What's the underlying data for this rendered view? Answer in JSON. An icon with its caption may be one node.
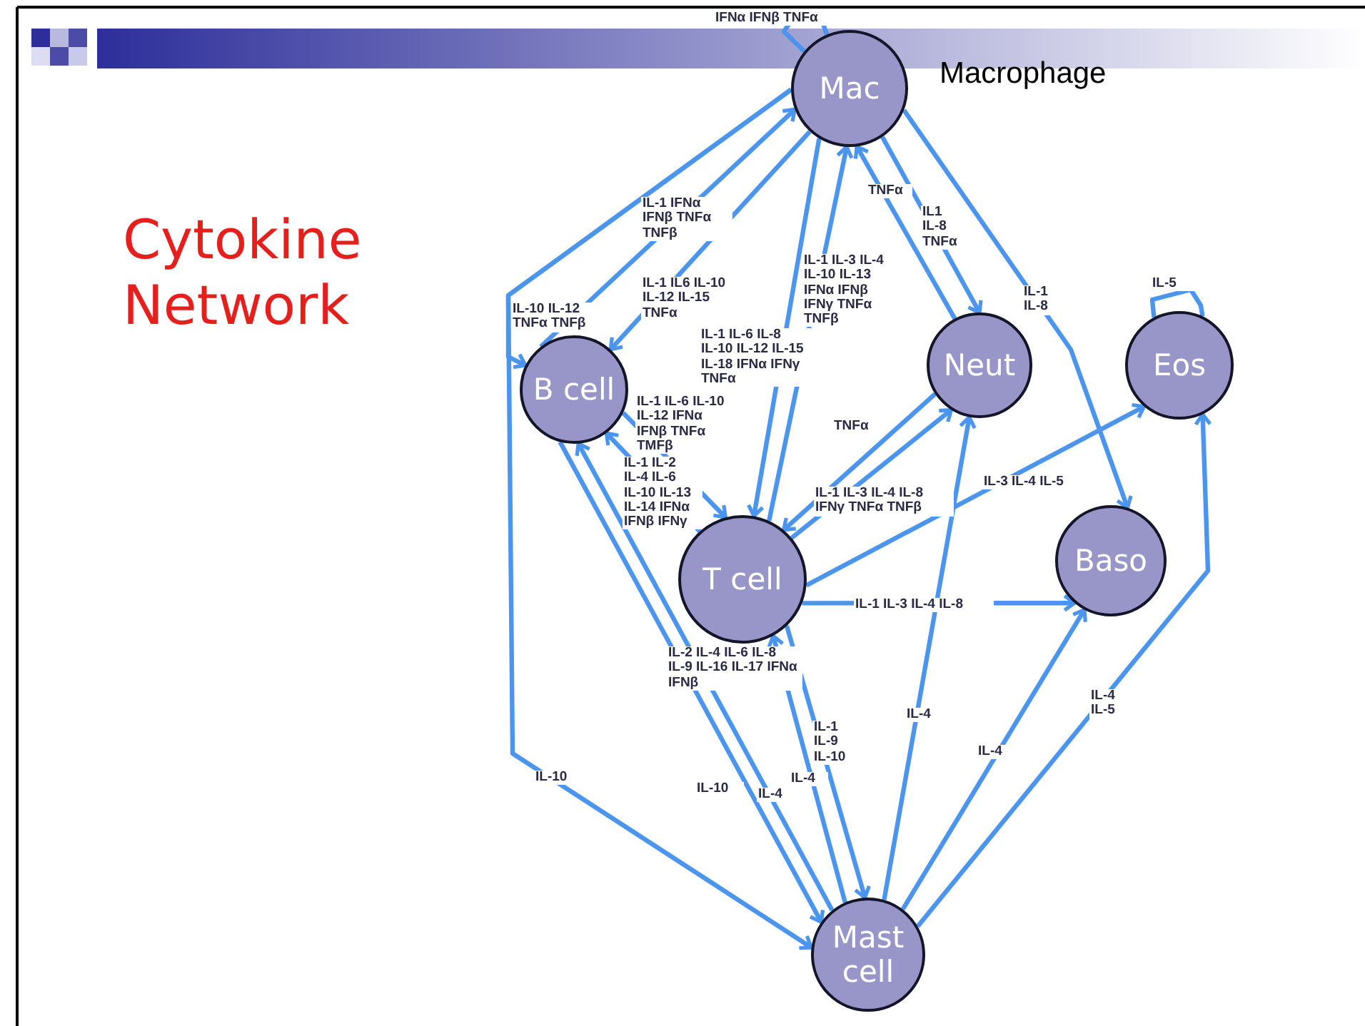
{
  "diagram": {
    "title": "Cytokine Network",
    "nodes": [
      {
        "text": [
          "Mac"
        ],
        "beside": [
          "Macrophage"
        ]
      },
      {
        "text": [
          "B cell"
        ]
      },
      {
        "text": [
          "Neut"
        ]
      },
      {
        "text": [
          "Eos"
        ]
      },
      {
        "text": [
          "T cell"
        ],
        "beside": [
          "IL-2 IL-4 IL-6 IL-8 IL-9 IL-16 IL-17 IFNα IFNβ"
        ]
      },
      {
        "text": [
          "Baso"
        ]
      },
      {
        "text": [
          "Mast cell"
        ]
      }
    ],
    "edges": [
      {
        "from": 0,
        "to": 0,
        "arrow": "none",
        "label": "IFNα IFNβ TNFα"
      },
      {
        "from": 1,
        "to": 0,
        "arrow": "to",
        "label": "IL-1 IFNα IFNβ TNFα TNFβ"
      },
      {
        "from": 0,
        "to": 1,
        "arrow": "to",
        "label": "IL-1 IL6 IL-10 IL-12 IL-15 TNFα"
      },
      {
        "from": 0,
        "to": 1,
        "arrow": "to",
        "label": "IL-10 IL-12 TNFα TNFβ"
      },
      {
        "from": 0,
        "to": 6,
        "arrow": "to",
        "label": "IL-10"
      },
      {
        "from": 0,
        "to": 4,
        "arrow": "to",
        "label": "IL-1 IL-6 IL-8 IL-10 IL-12 IL-15 IL-18 IFNα IFNγ TNFα"
      },
      {
        "from": 4,
        "to": 0,
        "arrow": "to",
        "label": "IL-1 IL-3 IL-4 IL-10 IL-13 IFNα IFNβ IFNγ TNFα TNFβ"
      },
      {
        "from": 2,
        "to": 0,
        "arrow": "to",
        "label": "TNFα"
      },
      {
        "from": 0,
        "to": 2,
        "arrow": "to",
        "label": "IL1 IL-8 TNFα"
      },
      {
        "from": 0,
        "to": 5,
        "arrow": "to",
        "label": "IL-1 IL-8"
      },
      {
        "from": 1,
        "to": 4,
        "arrow": "to",
        "label": "IL-1 IL-6 IL-10 IL-12 IFNα IFNβ TNFα TMFβ"
      },
      {
        "from": 4,
        "to": 1,
        "arrow": "to",
        "label": "IL-1 IL-2 IL-4 IL-6 IL-10 IL-13 IL-14 IFNα IFNβ IFNγ"
      },
      {
        "from": 2,
        "to": 4,
        "arrow": "to",
        "label": "TNFα"
      },
      {
        "from": 4,
        "to": 2,
        "arrow": "to",
        "label": "IL-1 IL-3 IL-4 IL-8 IFNγ TNFα TNFβ"
      },
      {
        "from": 4,
        "to": 3,
        "arrow": "to",
        "label": "IL-3 IL-4 IL-5"
      },
      {
        "from": 4,
        "to": 5,
        "arrow": "to",
        "label": "IL-1 IL-3 IL-4 IL-8"
      },
      {
        "from": 4,
        "to": 6,
        "arrow": "to",
        "label": "IL-1 IL-9 IL-10"
      },
      {
        "from": 6,
        "to": 4,
        "arrow": "to",
        "label": "IL-4"
      },
      {
        "from": 6,
        "to": 1,
        "arrow": "to",
        "label": "IL-4"
      },
      {
        "from": 1,
        "to": 6,
        "arrow": "to",
        "label": "IL-10"
      },
      {
        "from": 6,
        "to": 2,
        "arrow": "to",
        "label": "IL-4"
      },
      {
        "from": 6,
        "to": 5,
        "arrow": "to",
        "label": "IL-4"
      },
      {
        "from": 6,
        "to": 3,
        "arrow": "to",
        "label": "IL-4 IL-5"
      },
      {
        "from": 3,
        "to": 3,
        "arrow": "none",
        "label": "IL-5"
      }
    ]
  }
}
